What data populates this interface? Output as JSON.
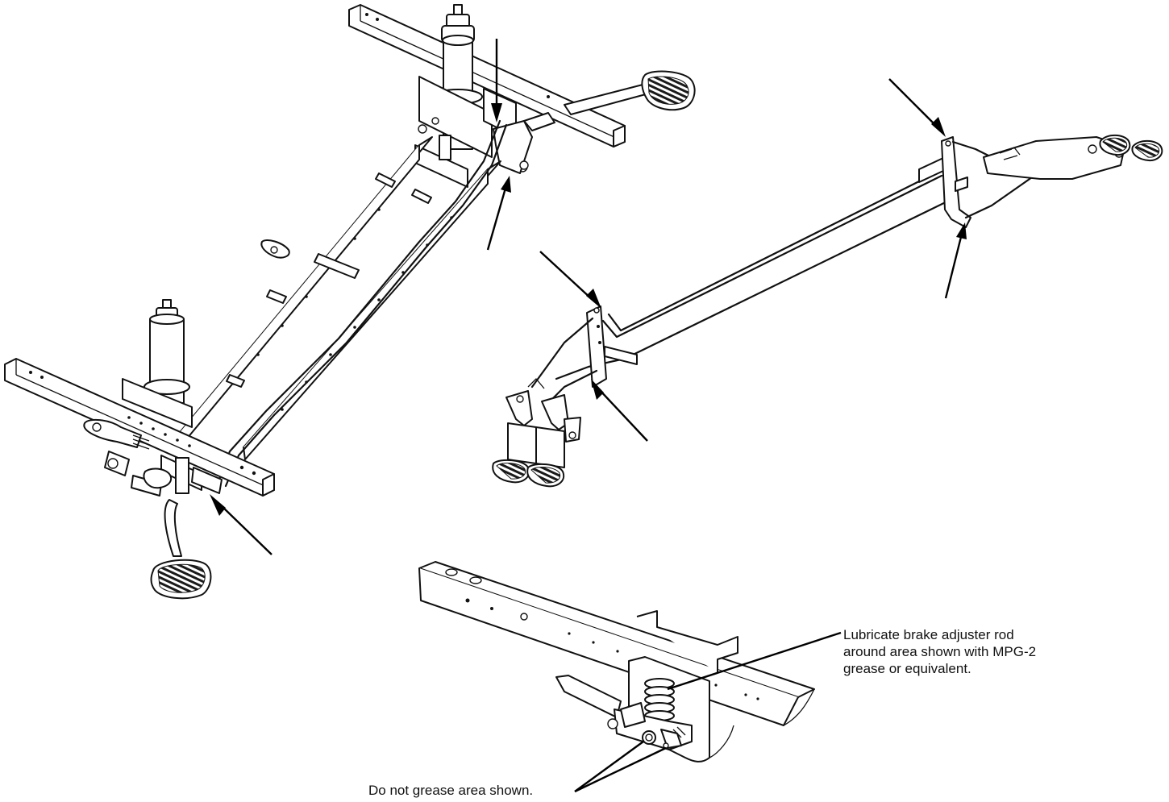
{
  "notes": {
    "lubricate_line1": "Lubricate brake adjuster rod",
    "lubricate_line2": "around area shown with MPG-2",
    "lubricate_line3": "grease or equivalent.",
    "no_grease": "Do not grease area shown."
  },
  "colors": {
    "line": "#111111",
    "background": "#ffffff"
  }
}
